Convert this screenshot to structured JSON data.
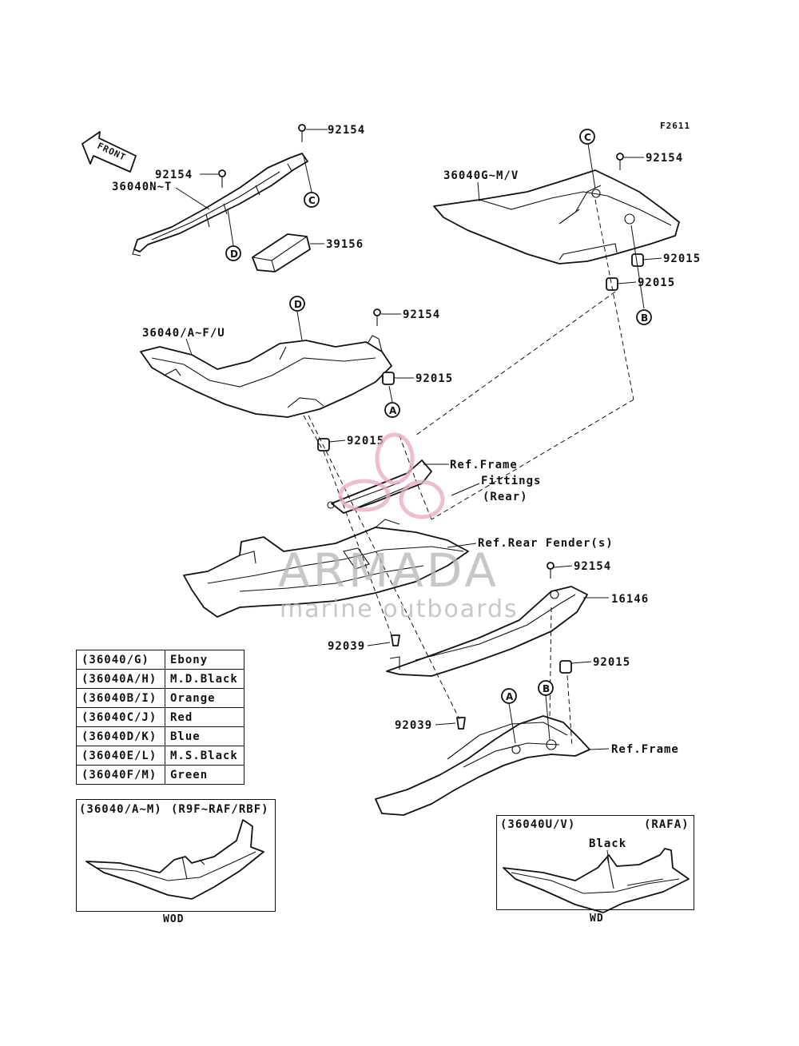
{
  "figure_code": "F2611",
  "front_label": "FRONT",
  "callouts": {
    "c1": "92154",
    "c2": "92154",
    "c3": "36040N~T",
    "c4": "39156",
    "c5": "36040G~M/V",
    "c6": "92154",
    "c7": "92015",
    "c8": "92015",
    "c9": "36040/A~F/U",
    "c10": "92154",
    "c11": "92015",
    "c12": "92015",
    "c13": "Ref.Frame",
    "c14": "Fittings",
    "c15": "(Rear)",
    "c16": "Ref.Rear Fender(s)",
    "c17": "92154",
    "c18": "16146",
    "c19": "92039",
    "c20": "92015",
    "c21": "92039",
    "c22": "Ref.Frame"
  },
  "refs": {
    "A": "A",
    "B": "B",
    "C": "C",
    "D": "D"
  },
  "color_table": [
    {
      "code": "(36040/G)",
      "name": "Ebony"
    },
    {
      "code": "(36040A/H)",
      "name": "M.D.Black"
    },
    {
      "code": "(36040B/I)",
      "name": "Orange"
    },
    {
      "code": "(36040C/J)",
      "name": "Red"
    },
    {
      "code": "(36040D/K)",
      "name": "Blue"
    },
    {
      "code": "(36040E/L)",
      "name": "M.S.Black"
    },
    {
      "code": "(36040F/M)",
      "name": "Green"
    }
  ],
  "inset_left": {
    "part": "(36040/A~M)",
    "models": "(R9F~RAF/RBF)",
    "caption": "WOD"
  },
  "inset_right": {
    "part": "(36040U/V)",
    "models": "(RAFA)",
    "color": "Black",
    "caption": "WD"
  },
  "watermark": {
    "brand": "ARMADA",
    "tagline": "marine outboards"
  }
}
